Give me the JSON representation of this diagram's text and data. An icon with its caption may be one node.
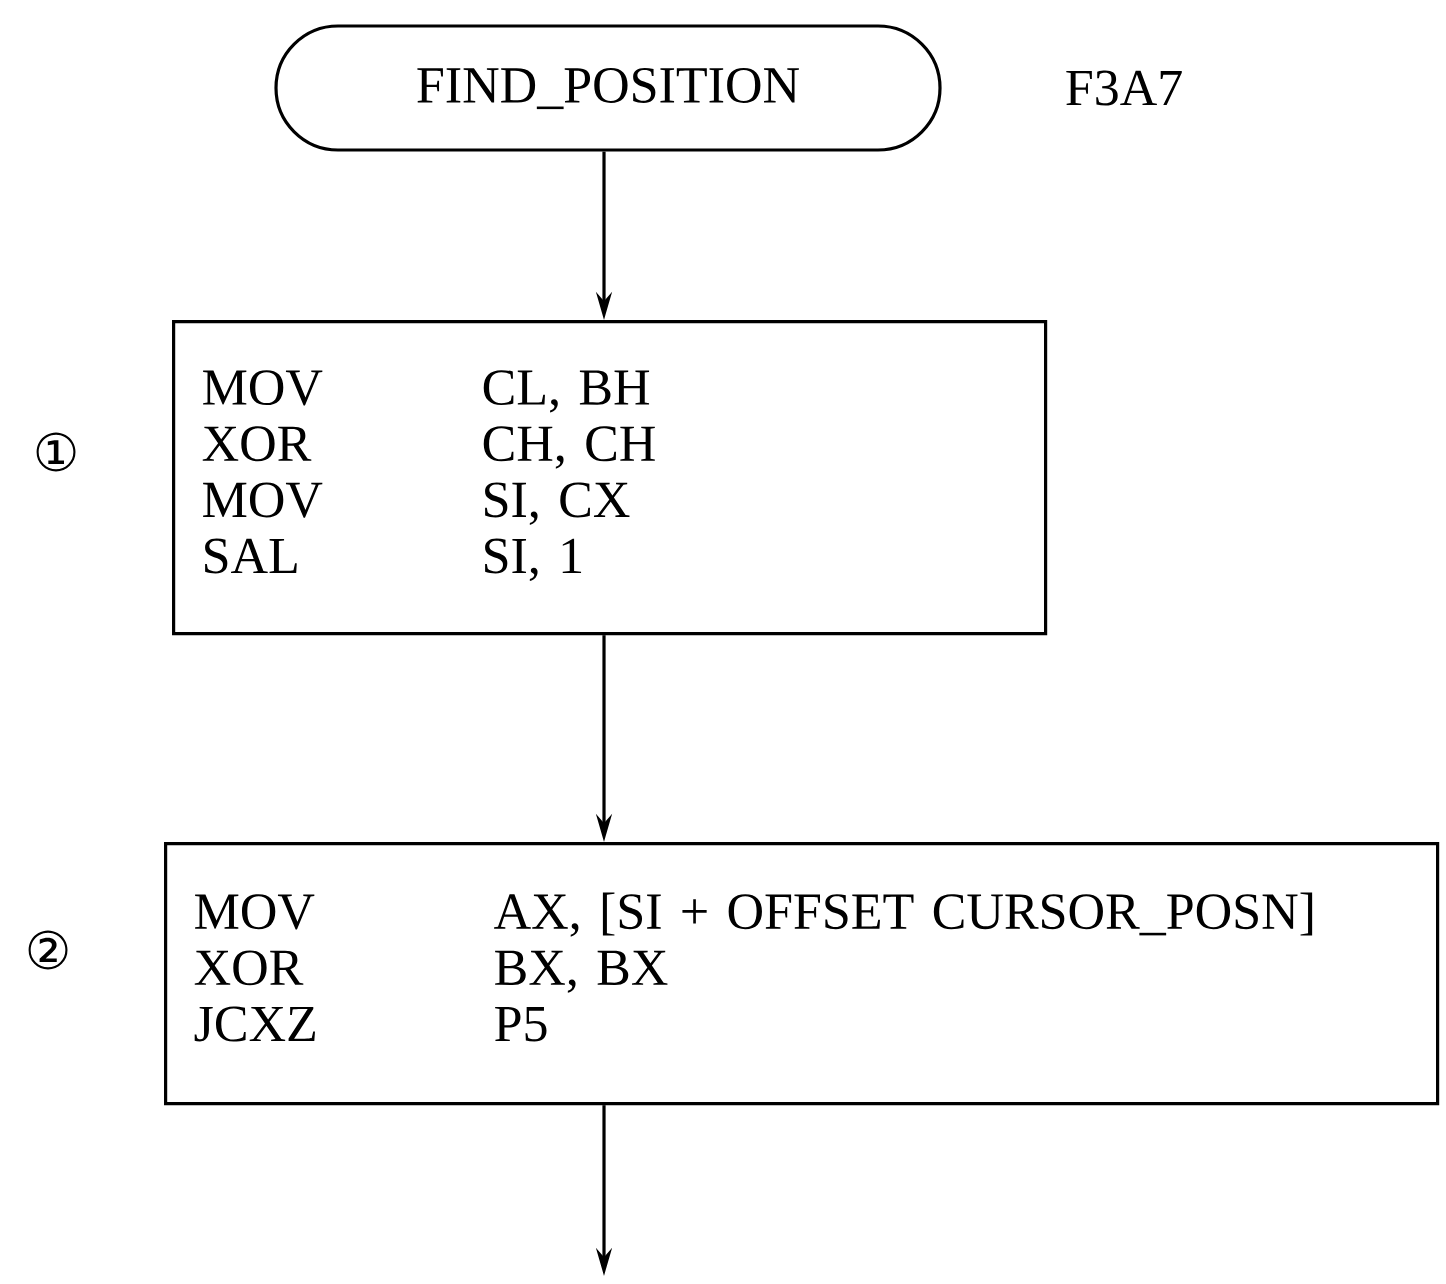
{
  "diagram": {
    "nodes": [
      {
        "text": [
          "FIND_POSITION"
        ],
        "beside": [
          "F3A7"
        ]
      },
      {
        "text": [
          "MOV",
          "CL, BH",
          "XOR",
          "CH, CH",
          "MOV",
          "SI, CX",
          "SAL",
          "SI, 1"
        ],
        "beside": [
          "①"
        ]
      },
      {
        "text": [
          "MOV",
          "AX, [SI + OFFSET CURSOR_POSN]",
          "XOR",
          "BX, BX",
          "JCXZ",
          "P5"
        ],
        "beside": [
          "②"
        ]
      }
    ],
    "edges": [
      {
        "from": 0,
        "to": 1,
        "arrow": "to"
      },
      {
        "from": 1,
        "to": 2,
        "arrow": "to"
      },
      {
        "from": 2,
        "to": null,
        "arrow": "to"
      }
    ]
  }
}
